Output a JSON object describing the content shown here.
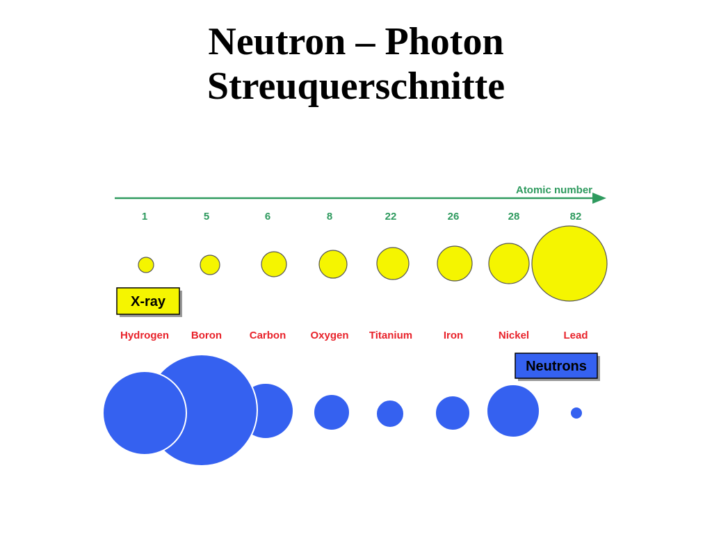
{
  "title": {
    "line1": "Neutron – Photon",
    "line2": "Streuquerschnitte"
  },
  "axis": {
    "label": "Atomic number"
  },
  "legend": {
    "xray": "X-ray",
    "neutrons": "Neutrons"
  },
  "elements": [
    {
      "name": "Hydrogen",
      "z": "1"
    },
    {
      "name": "Boron",
      "z": "5"
    },
    {
      "name": "Carbon",
      "z": "6"
    },
    {
      "name": "Oxygen",
      "z": "8"
    },
    {
      "name": "Titanium",
      "z": "22"
    },
    {
      "name": "Iron",
      "z": "26"
    },
    {
      "name": "Nickel",
      "z": "28"
    },
    {
      "name": "Lead",
      "z": "82"
    }
  ],
  "colors": {
    "axis": "#2e9a5e",
    "element_name": "#e8222a",
    "xray_fill": "#f5f500",
    "neutron_fill": "#3561f0",
    "circle_stroke": "#555555",
    "legend_shadow": "#9a9a9a"
  }
}
